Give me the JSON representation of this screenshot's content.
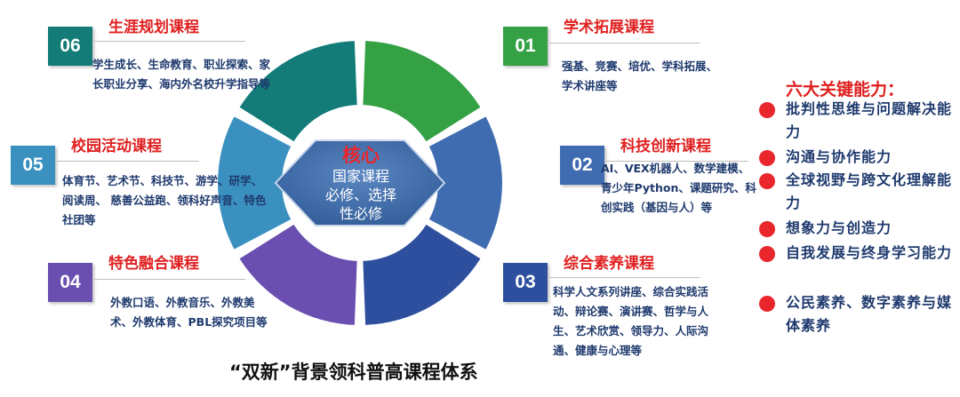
{
  "core": {
    "title": "核心",
    "line1": "国家课程",
    "line2": "必修、选择",
    "line3": "性必修"
  },
  "categories": [
    {
      "number": "01",
      "title": "学术拓展课程",
      "desc": "强基、竞赛、培优、学科拓展、学术讲座等",
      "color": "#34a145"
    },
    {
      "number": "02",
      "title": "科技创新课程",
      "desc": "AI、VEX机器人、数学建模、青少年Python、课题研究、科创实践（基因与人）等",
      "color": "#3f6cb0"
    },
    {
      "number": "03",
      "title": "综合素养课程",
      "desc": "科学人文系列讲座、综合实践活动、辩论赛、演讲赛、哲学与人生、艺术欣赏、领导力、人际沟通、健康与心理等",
      "color": "#2e4f9e"
    },
    {
      "number": "04",
      "title": "特色融合课程",
      "desc": "外教口语、外教音乐、外教美术、外教体育、PBL探究项目等",
      "color": "#6a4fb0"
    },
    {
      "number": "05",
      "title": "校园活动课程",
      "desc": "体育节、艺术节、科技节、游学、研学、阅读周、 慈善公益跑、领科好声音、特色社团等",
      "color": "#3a91c0"
    },
    {
      "number": "06",
      "title": "生涯规划课程",
      "desc": "学生成长、生命教育、职业探索、家长职业分享、海内外名校升学指导等",
      "color": "#137c78"
    }
  ],
  "abilities": {
    "title": "六大关键能力：",
    "items": [
      "批判性思维与问题解决能力",
      "沟通与协作能力",
      "全球视野与跨文化理解能力",
      "想象力与创造力",
      "自我发展与终身学习能力",
      "公民素养、数字素养与媒体素养"
    ]
  },
  "bottom_title": "“双新”背景领科普高课程体系",
  "colors": {
    "accent_red": "#e8262b",
    "text_navy": "#1f3a6e",
    "core_hex": "#3e6ca6"
  }
}
